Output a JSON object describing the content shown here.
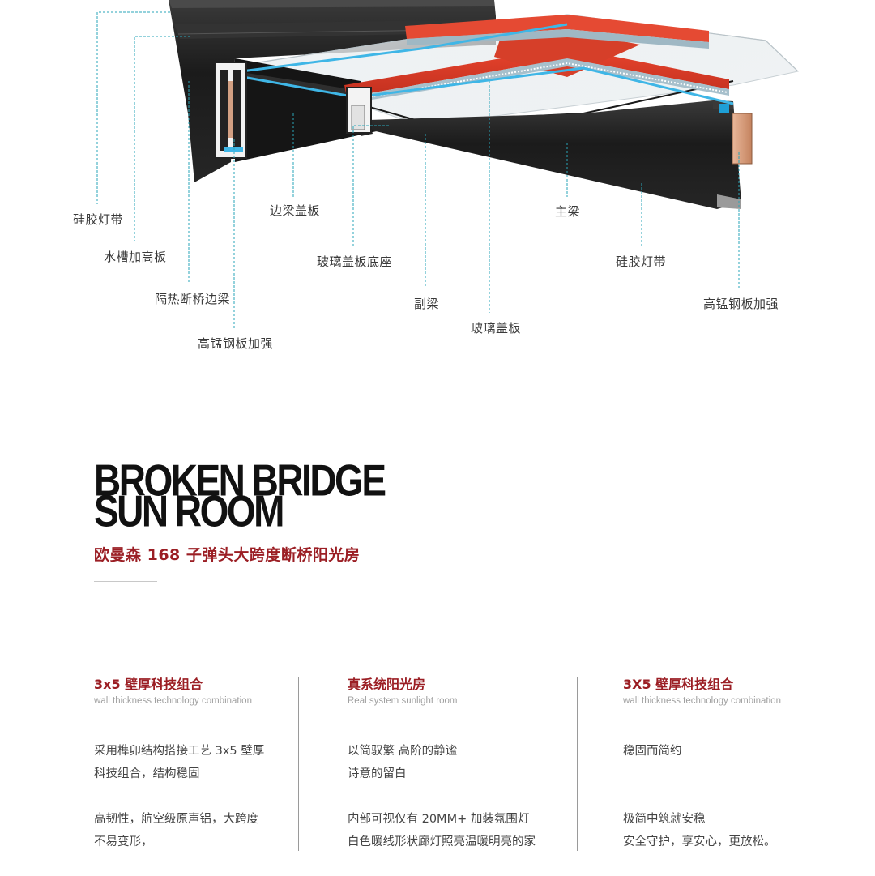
{
  "callouts": {
    "silicone_strip_left": "硅胶灯带",
    "gutter_raise_plate": "水槽加高板",
    "thermal_break_side_beam": "隔热断桥边梁",
    "high_mn_steel_left": "高锰钢板加强",
    "side_beam_cover": "边梁盖板",
    "glass_cover_base": "玻璃盖板底座",
    "secondary_beam": "副梁",
    "glass_cover": "玻璃盖板",
    "main_beam": "主梁",
    "silicone_strip_right": "硅胶灯带",
    "high_mn_steel_right": "高锰钢板加强"
  },
  "title": {
    "line1": "BROKEN BRIDGE",
    "line2": "SUN ROOM",
    "subtitle": "欧曼森 168 子弹头大跨度断桥阳光房"
  },
  "features": [
    {
      "title": "3x5 壁厚科技组合",
      "subtitle": "wall thickness technology combination",
      "p1": [
        "采用榫卯结构搭接工艺 3x5 壁厚",
        "科技组合，结构稳固"
      ],
      "p2": [
        "高韧性，航空级原声铝，大跨度",
        "不易变形，"
      ]
    },
    {
      "title": "真系统阳光房",
      "subtitle": "Real system sunlight room",
      "p1": [
        "以简驭繁 高阶的静谧",
        "诗意的留白"
      ],
      "p2": [
        "内部可视仅有 20MM+ 加装氛围灯",
        "白色暖线形状廊灯照亮温暖明亮的家"
      ]
    },
    {
      "title": "3X5 壁厚科技组合",
      "subtitle": "wall thickness technology combination",
      "p1": [
        "稳固而简约",
        ""
      ],
      "p2": [
        "极简中筑就安稳",
        "安全守护，享安心，更放松。"
      ]
    }
  ],
  "colors": {
    "accent_red": "#9b1e24",
    "beam_red": "#d93a26",
    "profile_black": "#1c1c1c",
    "leader_teal": "#2aa5b8",
    "led_blue": "#3fb6e6"
  }
}
